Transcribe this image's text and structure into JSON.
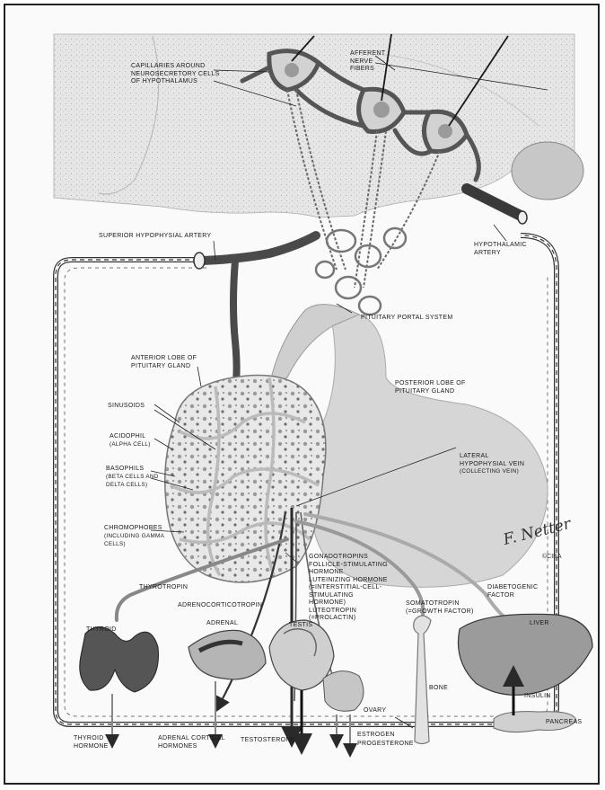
{
  "labels": {
    "capillaries": "CAPILLARIES AROUND\nNEUROSECRETORY CELLS\nOF HYPOTHALAMUS",
    "afferent": "AFFERENT\nNERVE\nFIBERS",
    "superior_artery": "SUPERIOR HYPOPHYSIAL ARTERY",
    "hypothalamic_artery": "HYPOTHALAMIC\nARTERY",
    "portal_system": "PITUITARY PORTAL SYSTEM",
    "anterior_lobe": "ANTERIOR LOBE OF\nPITUITARY GLAND",
    "posterior_lobe": "POSTERIOR LOBE OF\nPITUITARY GLAND",
    "sinusoids": "SINUSOIDS",
    "acidophil": "ACIDOPHIL",
    "acidophil_sub": "(ALPHA CELL)",
    "basophils": "BASOPHILS",
    "basophils_sub": "(BETA CELLS AND\nDELTA CELLS)",
    "lateral_vein": "LATERAL\nHYPOPHYSIAL VEIN",
    "lateral_vein_sub": "(COLLECTING VEIN)",
    "chromophobes": "CHROMOPHOBES",
    "chromophobes_sub": "(INCLUDING GAMMA\nCELLS)",
    "gonadotropins": "GONADOTROPINS\nFOLLICLE-STIMULATING\nHORMONE\nLUTEINIZING HORMONE\n(=INTERSTITIAL-CELL-\nSTIMULATING\nHORMONE)\nLUTEOTROPIN\n(=PROLACTIN)",
    "thyrotropin": "THYROTROPIN",
    "adrenocorticotropin": "ADRENOCORTICOTROPIN",
    "somatotropin": "SOMATOTROPIN\n(=GROWTH FACTOR)",
    "diabetogenic": "DIABETOGENIC\nFACTOR",
    "thyroid": "THYROID",
    "adrenal": "ADRENAL",
    "testis": "TESTIS",
    "liver": "LIVER",
    "bone": "BONE",
    "ovary": "OVARY",
    "insulin": "INSULIN",
    "pancreas": "PANCREAS",
    "thyroid_hormone": "THYROID\nHORMONE",
    "adrenal_hormones": "ADRENAL CORTICAL\nHORMONES",
    "testosterone": "TESTOSTERONE",
    "estrogen": "ESTROGEN",
    "progesterone": "PROGESTERONE",
    "signature": "F. Netter",
    "copyright": "©CIBA"
  },
  "colors": {
    "ink": "#1a1a1a",
    "tissue": "#d9d9d9",
    "tissue_dark": "#b5b5b5",
    "vessel": "#555555",
    "background": "#fafafa"
  }
}
